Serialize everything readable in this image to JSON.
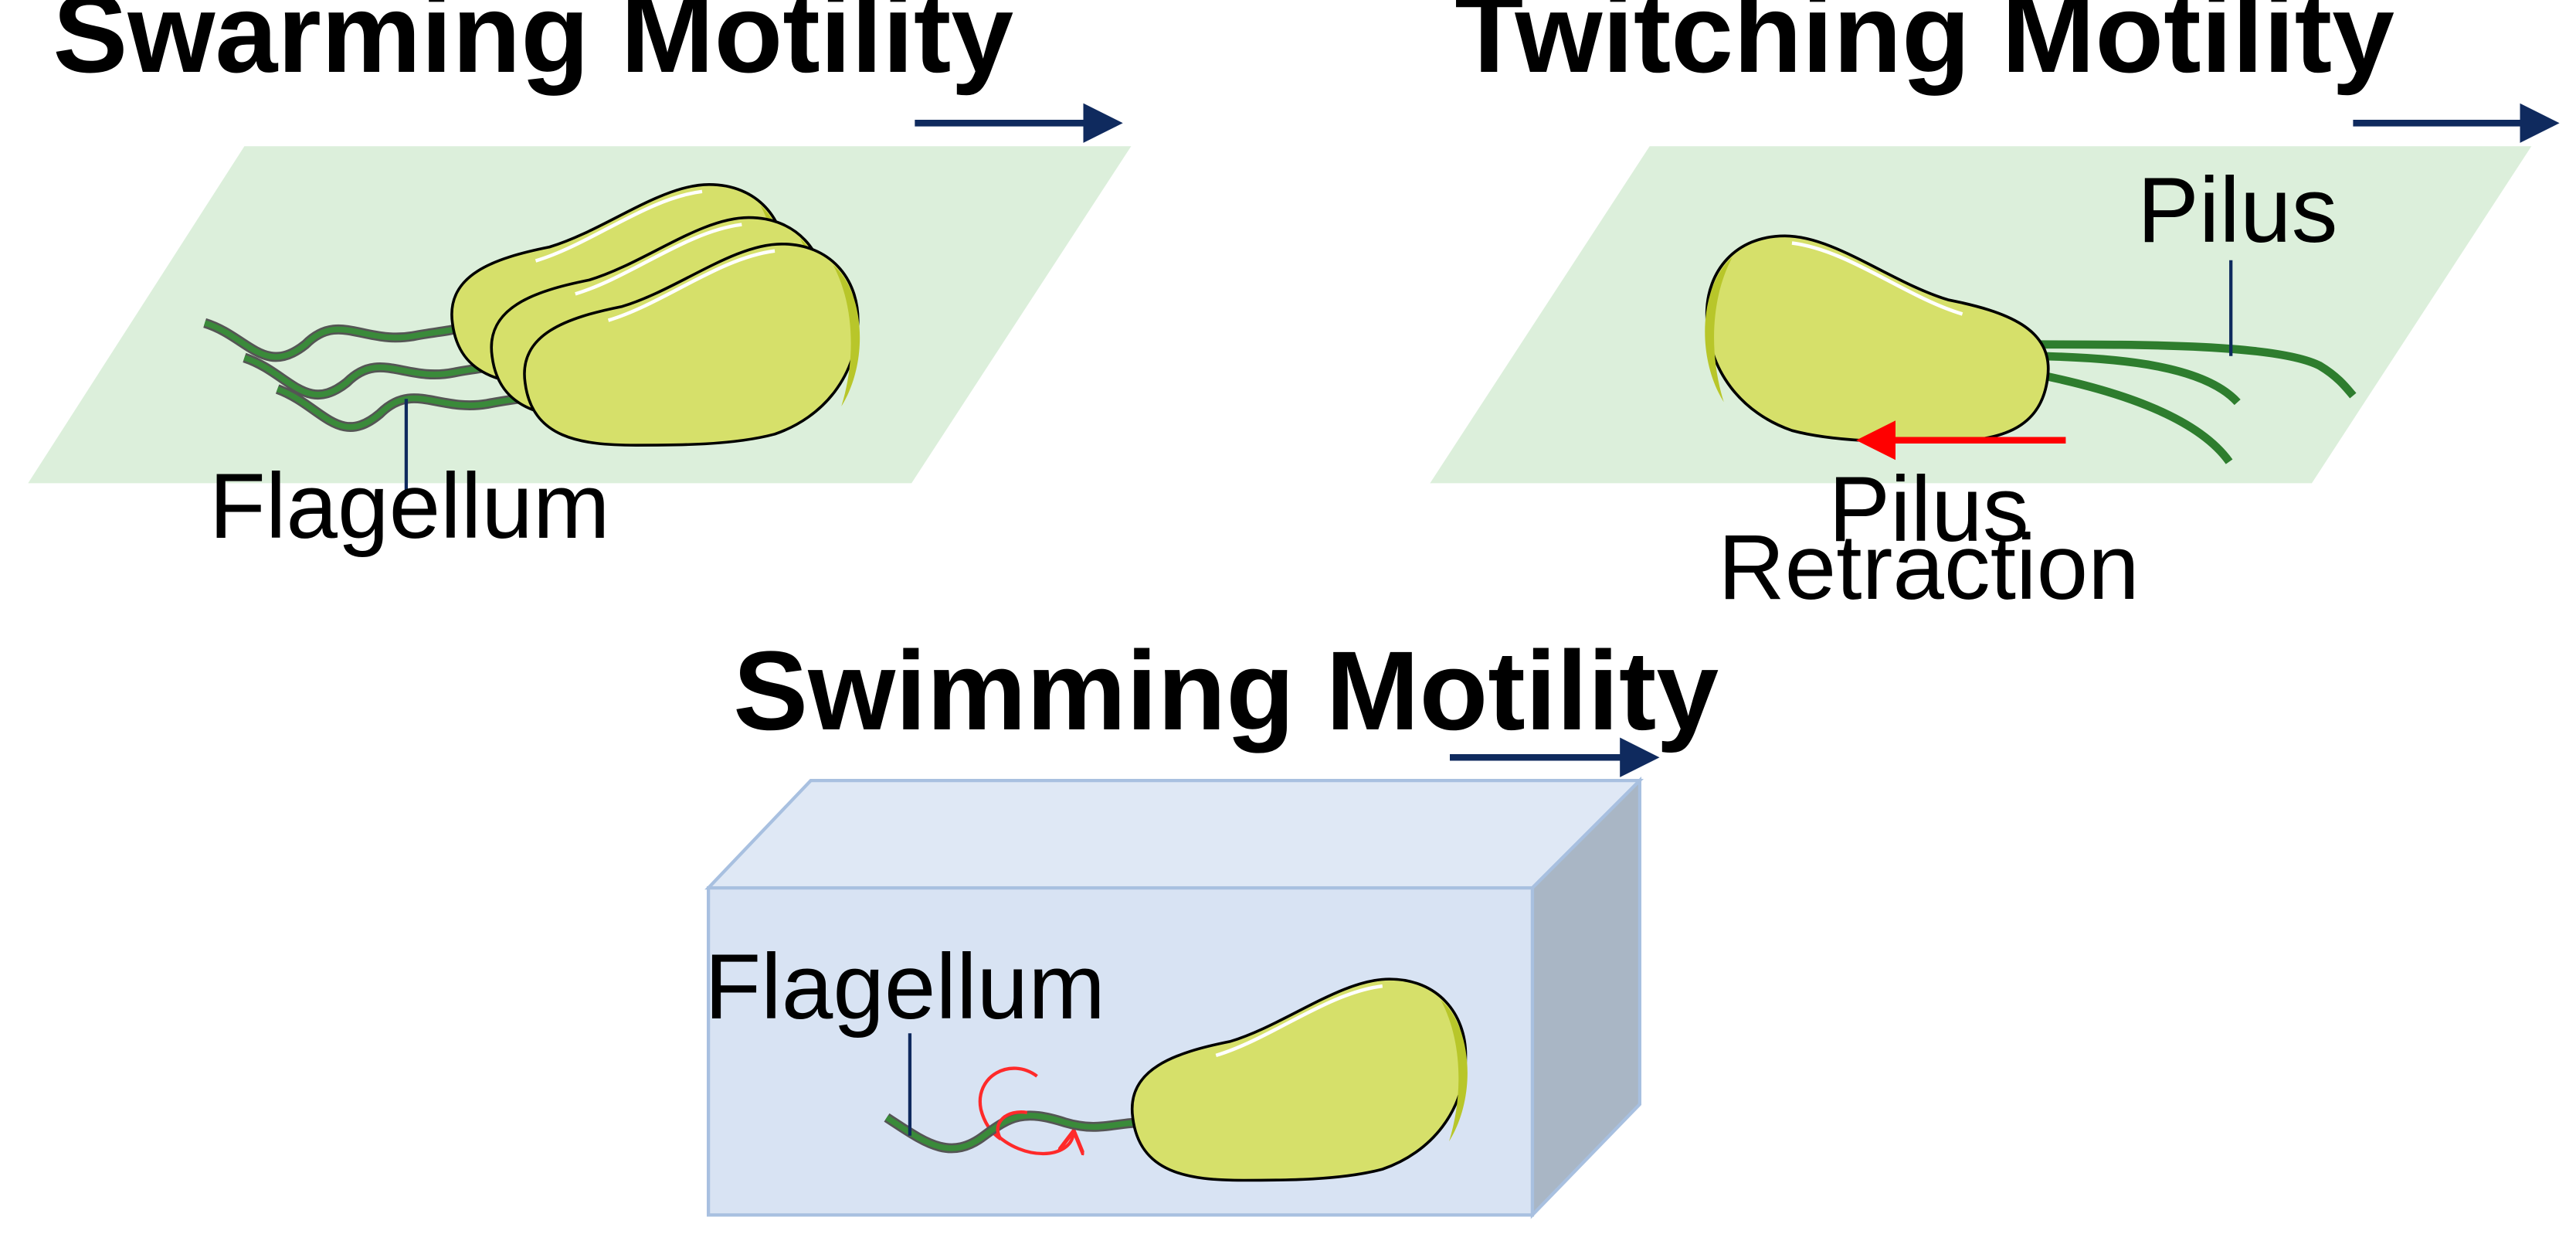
{
  "panels": {
    "swarming": {
      "title": "Swarming Motility",
      "flagellum_label": "Flagellum"
    },
    "twitching": {
      "title": "Twitching Motility",
      "pilus_label": "Pilus",
      "retraction_label_line1": "Pilus",
      "retraction_label_line2": "Retraction"
    },
    "swimming": {
      "title": "Swimming Motility",
      "flagellum_label": "Flagellum"
    }
  },
  "colors": {
    "surface": "#dcefdb",
    "cell_fill": "#d6e06a",
    "cell_rim": "#b8c62a",
    "flagellum": "#3a8a3a",
    "pilus": "#2e7d2e",
    "direction_arrow": "#0f2a5e",
    "retraction_arrow": "#ff0000",
    "rotation_arrow": "#ff2a2a",
    "liquid_front": "#d8e3f3",
    "liquid_top": "#dfe8f5",
    "liquid_side": "#a9b6c5",
    "liquid_edge": "#a8c0e0"
  },
  "icons": [
    "direction-arrow-icon",
    "retraction-arrow-icon",
    "rotation-arrow-icon",
    "bacterium-cell-icon",
    "flagellum-icon",
    "pilus-icon"
  ]
}
